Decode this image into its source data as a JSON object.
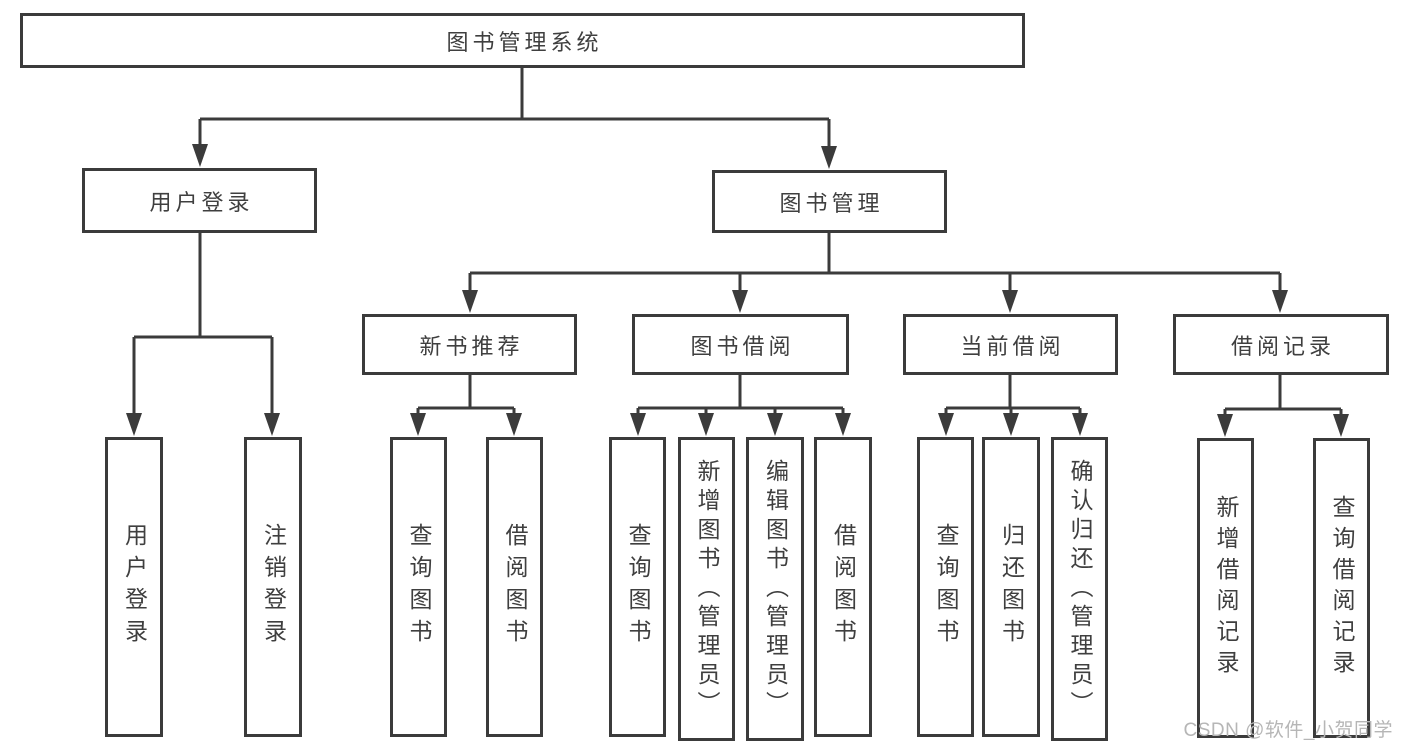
{
  "colors": {
    "line": "#3b3b3b",
    "box_border": "#3b3b3b",
    "text": "#3f3f3f",
    "watermark": "#b6b6b6",
    "background": "#ffffff"
  },
  "tree": {
    "root": "图书管理系统",
    "branches": [
      {
        "label": "用户登录",
        "children": [
          "用户登录",
          "注销登录"
        ]
      },
      {
        "label": "图书管理",
        "groups": [
          {
            "label": "新书推荐",
            "children": [
              "查询图书",
              "借阅图书"
            ]
          },
          {
            "label": "图书借阅",
            "children": [
              "查询图书",
              "新增图书（管理员）",
              "编辑图书（管理员）",
              "借阅图书"
            ]
          },
          {
            "label": "当前借阅",
            "children": [
              "查询图书",
              "归还图书",
              "确认归还（管理员）"
            ]
          },
          {
            "label": "借阅记录",
            "children": [
              "新增借阅记录",
              "查询借阅记录"
            ]
          }
        ]
      }
    ]
  },
  "watermark": {
    "text": "CSDN @软件_小贺同学"
  }
}
